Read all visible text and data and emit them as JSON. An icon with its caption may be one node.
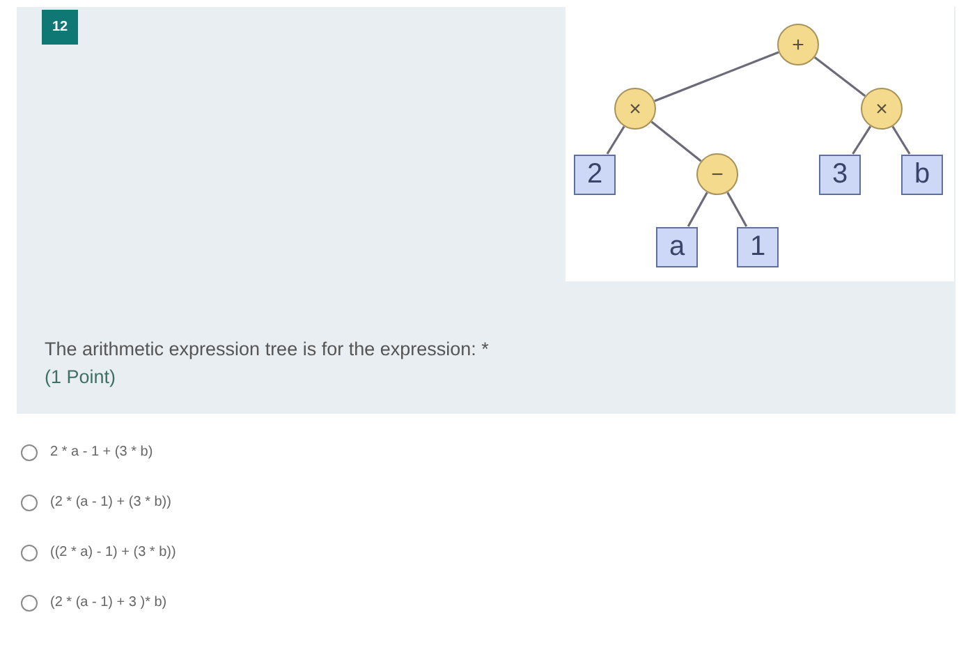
{
  "diagram": {
    "nodes": [
      {
        "text": [
          "+"
        ]
      },
      {
        "text": [
          "×"
        ]
      },
      {
        "text": [
          "×"
        ]
      },
      {
        "text": [
          "2"
        ]
      },
      {
        "text": [
          "−"
        ]
      },
      {
        "text": [
          "3"
        ]
      },
      {
        "text": [
          "b"
        ]
      },
      {
        "text": [
          "a"
        ]
      },
      {
        "text": [
          "1"
        ]
      }
    ],
    "edges": [
      {
        "from": 0,
        "to": 1,
        "arrow": "none"
      },
      {
        "from": 0,
        "to": 2,
        "arrow": "none"
      },
      {
        "from": 1,
        "to": 3,
        "arrow": "none"
      },
      {
        "from": 1,
        "to": 4,
        "arrow": "none"
      },
      {
        "from": 2,
        "to": 5,
        "arrow": "none"
      },
      {
        "from": 2,
        "to": 6,
        "arrow": "none"
      },
      {
        "from": 4,
        "to": 7,
        "arrow": "none"
      },
      {
        "from": 4,
        "to": 8,
        "arrow": "none"
      }
    ],
    "labels": [
      "12",
      "The arithmetic expression tree is for the expression: *",
      "(1 Point)",
      "2 * a - 1 + (3 * b)",
      "(2 * (a - 1) + (3 * b))",
      "((2 * a) - 1) + (3 * b))",
      "(2 * (a - 1) + 3 )* b)"
    ]
  }
}
